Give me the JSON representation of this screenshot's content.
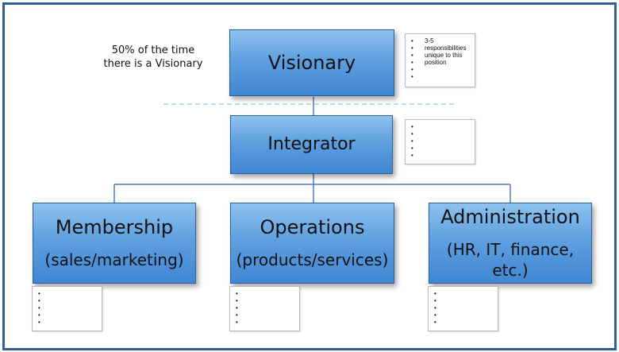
{
  "caption": {
    "line1": "50% of the time",
    "line2": "there is a Visionary"
  },
  "nodes": {
    "visionary": {
      "title": "Visionary"
    },
    "integrator": {
      "title": "Integrator"
    },
    "membership": {
      "title": "Membership",
      "subtitle": "(sales/marketing)"
    },
    "operations": {
      "title": "Operations",
      "subtitle": "(products/services)"
    },
    "administration": {
      "title": "Administration",
      "subtitle": "(HR, IT, finance, etc.)"
    }
  },
  "notes": {
    "visionary": [
      "3-5",
      "responsibilities",
      "unique to this",
      "position",
      "",
      ""
    ],
    "integrator": [
      "",
      "",
      "",
      "",
      ""
    ],
    "membership": [
      "",
      "",
      "",
      "",
      ""
    ],
    "operations": [
      "",
      "",
      "",
      "",
      ""
    ],
    "administration": [
      "",
      "",
      "",
      "",
      ""
    ]
  },
  "colors": {
    "frame": "#2f5f93",
    "box_top": "#8ec2ef",
    "box_bottom": "#3f86d3",
    "connector": "#4a7fbf",
    "dashed_line": "#7fb0df"
  }
}
